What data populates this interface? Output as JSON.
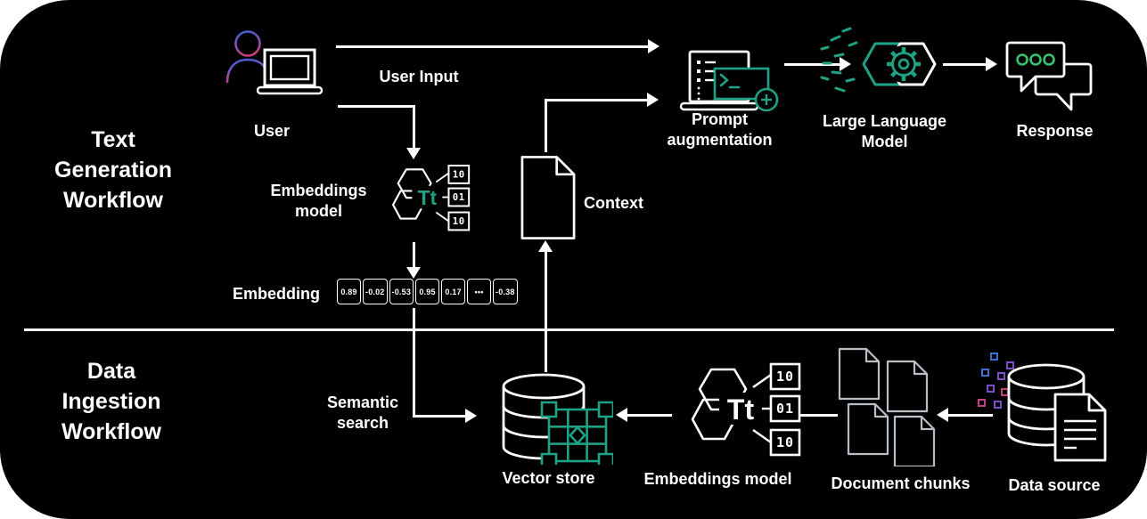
{
  "diagram": {
    "title_top": {
      "lines": [
        "Text",
        "Generation",
        "Workflow"
      ]
    },
    "title_bottom": {
      "lines": [
        "Data",
        "Ingestion",
        "Workflow"
      ]
    },
    "colors": {
      "background": "#000000",
      "page": "#ffffff",
      "stroke": "#ffffff",
      "accent_teal": "#1FA184",
      "dot_green": "#35C46F",
      "doc_line_blue": "#4A63D8",
      "doc_line_purple": "#9B4DCA",
      "doc_line_pink": "#C9417E",
      "chunk_outline": "#B9BEC4",
      "pixel_blue": "#3B6FD4",
      "pixel_purple": "#7B4FC8",
      "pixel_pink": "#C2407E"
    },
    "nodes": {
      "user": {
        "label": "User"
      },
      "user_input": {
        "label": "User Input"
      },
      "embeddings_model_top": {
        "label_lines": [
          "Embeddings",
          "model"
        ],
        "monogram": "Tt",
        "bits": [
          "10",
          "01",
          "10"
        ]
      },
      "embedding": {
        "label": "Embedding",
        "values": [
          "0.89",
          "-0.02",
          "-0.53",
          "0.95",
          "0.17",
          "•••",
          "-0.38"
        ]
      },
      "context": {
        "label": "Context"
      },
      "prompt_augmentation": {
        "label_lines": [
          "Prompt",
          "augmentation"
        ]
      },
      "llm": {
        "label_lines": [
          "Large Language",
          "Model"
        ]
      },
      "response": {
        "label": "Response"
      },
      "semantic_search": {
        "label_lines": [
          "Semantic",
          "search"
        ]
      },
      "vector_store": {
        "label": "Vector store"
      },
      "embeddings_model_bottom": {
        "label": "Embeddings model",
        "monogram": "Tt",
        "bits": [
          "10",
          "01",
          "10"
        ]
      },
      "document_chunks": {
        "label": "Document chunks"
      },
      "data_source": {
        "label": "Data source"
      }
    }
  }
}
